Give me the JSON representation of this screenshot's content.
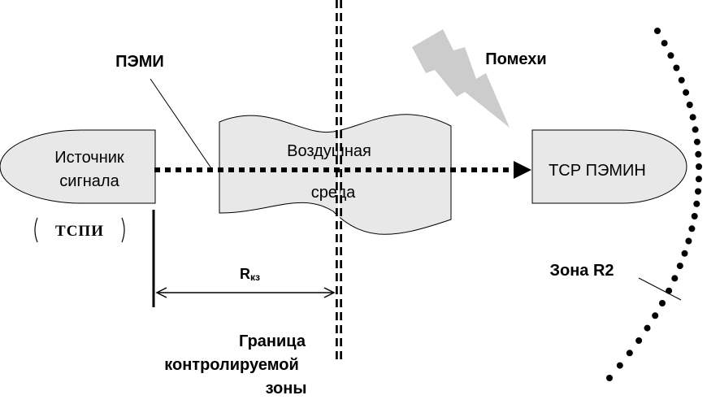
{
  "source": {
    "line1": "Источник",
    "line2": "сигнала"
  },
  "tspi_label": "ТСПИ",
  "pemi_label": "ПЭМИ",
  "medium": {
    "line1": "Воздушная",
    "line2": "среда"
  },
  "receiver_label": "ТСР ПЭМИН",
  "noise_label": "Помехи",
  "distance_label": {
    "main": "R",
    "sub": "кз"
  },
  "zone_r2_label": "Зона  R2",
  "boundary": {
    "line1": "Граница",
    "line2": "контролируемой",
    "line3": "зоны"
  },
  "colors": {
    "shape_fill": "#e8e8e8",
    "lightning": "#cccccc",
    "stroke": "#000000"
  }
}
